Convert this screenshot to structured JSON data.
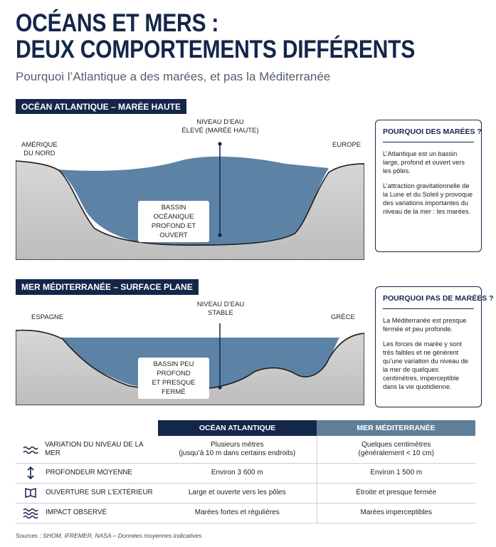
{
  "header": {
    "title_line1": "OCÉANS ET MERS :",
    "title_line2": "DEUX COMPORTEMENTS DIFFÉRENTS",
    "subtitle": "Pourquoi l’Atlantique a des marées, et pas la Méditerranée"
  },
  "atlantic": {
    "section_label": "OCÉAN ATLANTIQUE – MARÉE HAUTE",
    "left_land_l1": "AMÉRIQUE",
    "left_land_l2": "DU NORD",
    "right_land": "EUROPE",
    "level_l1": "NIVEAU D’EAU",
    "level_l2": "ÉLEVÉ (MARÉE HAUTE)",
    "basin_l1": "BASSIN OCÉANIQUE",
    "basin_l2": "PROFOND ET OUVERT",
    "info_title": "POURQUOI DES MARÉES ?",
    "info_p1": "L’Atlantique est un bassin large, profond et ouvert vers les pôles.",
    "info_p2": "L’attraction gravitationnelle de la Lune et du Soleil y provoque des variations importantes du niveau de la mer : les marées."
  },
  "mediterranean": {
    "section_label": "MER MÉDITERRANÉE – SURFACE PLANE",
    "left_land": "ESPAGNE",
    "right_land": "GRÈCE",
    "level_l1": "NIVEAU D’EAU",
    "level_l2": "STABLE",
    "basin_l1": "BASSIN PEU PROFOND",
    "basin_l2": "ET PRESQUE FERMÉ",
    "info_title": "POURQUOI PAS DE MARÉES ?",
    "info_p1": "La Méditerranée est presque fermée et peu profonde.",
    "info_p2": "Les forces de marée y sont très faibles et ne génèrent qu’une variation du niveau de la mer de quelques centimètres, imperceptible dans la vie quotidienne."
  },
  "table": {
    "col_atlantic": "OCÉAN ATLANTIQUE",
    "col_med": "MER MÉDITERRANÉE",
    "rows": [
      {
        "icon": "waves-icon",
        "label": "VARIATION DU NIVEAU DE LA MER",
        "atl_l1": "Plusieurs mètres",
        "atl_l2": "(jusqu’à 10 m dans certains endroits)",
        "med_l1": "Quelques centimètres",
        "med_l2": "(généralement < 10 cm)"
      },
      {
        "icon": "depth-arrow-icon",
        "label": "PROFONDEUR MOYENNE",
        "atl": "Environ 3 600 m",
        "med": "Environ 1 500 m"
      },
      {
        "icon": "opening-icon",
        "label": "OUVERTURE SUR L’EXTÉRIEUR",
        "atl": "Large et ouverte vers les pôles",
        "med": "Étroite et presque fermée"
      },
      {
        "icon": "impact-waves-icon",
        "label": "IMPACT OBSERVÉ",
        "atl": "Marées fortes et régulières",
        "med": "Marées imperceptibles"
      }
    ]
  },
  "sources": "Sources : SHOM, IFREMER, NASA – Données moyennes indicatives",
  "colors": {
    "navy": "#14264a",
    "water": "#5c83a6",
    "rock": "#c9c9c9",
    "med_header": "#5f7f99"
  }
}
